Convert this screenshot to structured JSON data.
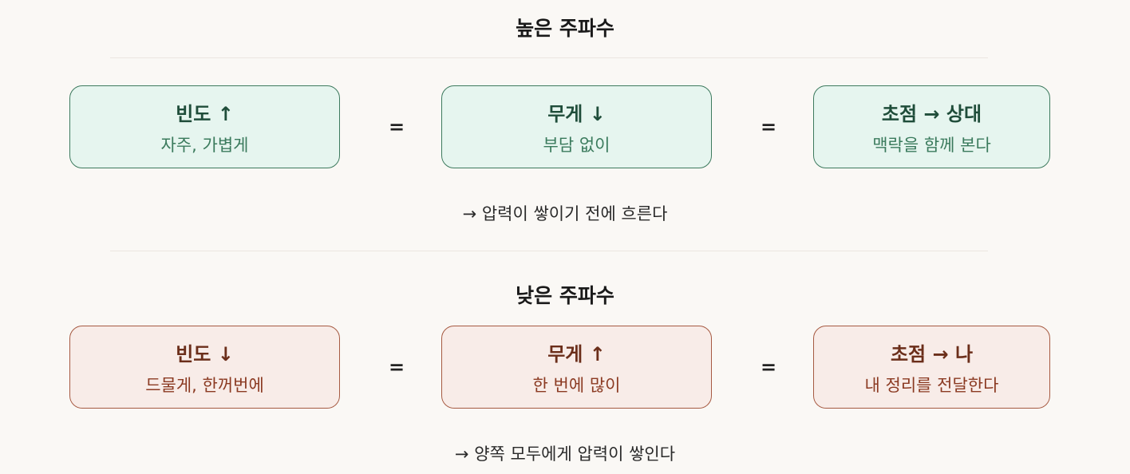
{
  "high": {
    "title": "높은 주파수",
    "boxes": [
      {
        "title": "빈도 ↑",
        "sub": "자주, 가볍게"
      },
      {
        "title": "무게 ↓",
        "sub": "부담 없이"
      },
      {
        "title": "초점 → 상대",
        "sub": "맥락을 함께 본다"
      }
    ],
    "equals": "=",
    "note": "→ 압력이 쌓이기 전에 흐른다"
  },
  "low": {
    "title": "낮은 주파수",
    "boxes": [
      {
        "title": "빈도 ↓",
        "sub": "드물게, 한꺼번에"
      },
      {
        "title": "무게 ↑",
        "sub": "한 번에 많이"
      },
      {
        "title": "초점 → 나",
        "sub": "내 정리를 전달한다"
      }
    ],
    "equals": "=",
    "note": "→ 양쪽 모두에게 압력이 쌓인다"
  },
  "colors": {
    "green_fill": "#e6f5ef",
    "green_border": "#3d7a5e",
    "red_fill": "#f8ece8",
    "red_border": "#a65a42"
  }
}
